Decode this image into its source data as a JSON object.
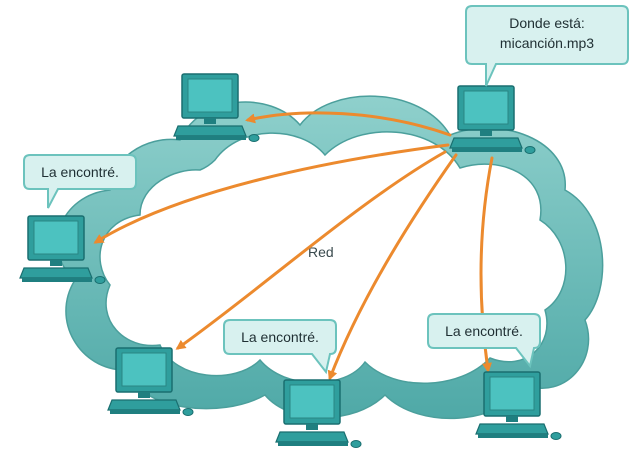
{
  "network": {
    "label": "Red"
  },
  "source": {
    "bubble_lines": [
      "Donde está:",
      "micanción.mp3"
    ]
  },
  "responses": {
    "found_label": "La encontré."
  },
  "colors": {
    "cloud_fill": "#5fb8b6",
    "cloud_fill_light": "#8fd0cc",
    "arrow": "#ec8a2e",
    "computer_body": "#2f9e9d",
    "computer_screen": "#4cc2c0",
    "computer_dark": "#1a6f70",
    "bubble_fill": "#d8f1ef",
    "bubble_stroke": "#6cc3bd"
  }
}
